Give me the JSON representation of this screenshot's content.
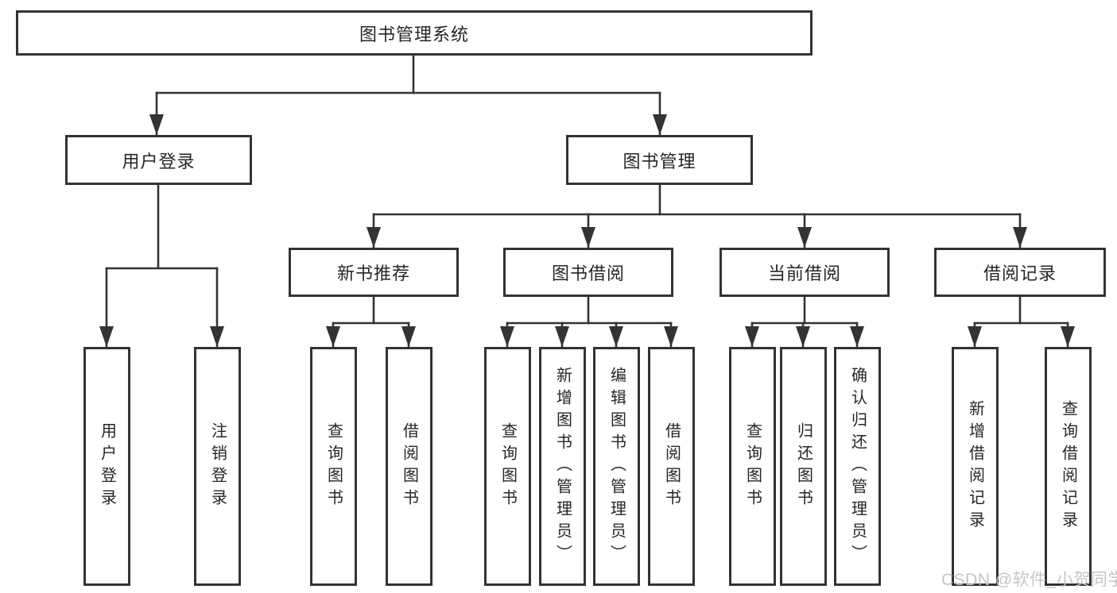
{
  "diagram": {
    "root": {
      "label": "图书管理系统"
    },
    "level2": [
      {
        "label": "用户登录"
      },
      {
        "label": "图书管理"
      }
    ],
    "level3": [
      {
        "label": "新书推荐"
      },
      {
        "label": "图书借阅"
      },
      {
        "label": "当前借阅"
      },
      {
        "label": "借阅记录"
      }
    ],
    "level4": [
      {
        "label": "用户登录"
      },
      {
        "label": "注销登录"
      },
      {
        "label": "查询图书"
      },
      {
        "label": "借阅图书"
      },
      {
        "label": "查询图书"
      },
      {
        "label": "新增图书（管理员）"
      },
      {
        "label": "编辑图书（管理员）"
      },
      {
        "label": "借阅图书"
      },
      {
        "label": "查询图书"
      },
      {
        "label": "归还图书"
      },
      {
        "label": "确认归还（管理员）"
      },
      {
        "label": "新增借阅记录"
      },
      {
        "label": "查询借阅记录"
      }
    ],
    "watermark": "CSDN @软件_小贺同学",
    "colors": {
      "line": "#333333",
      "text": "#262626",
      "watermark": "#c5c5c5",
      "background": "#ffffff"
    }
  }
}
